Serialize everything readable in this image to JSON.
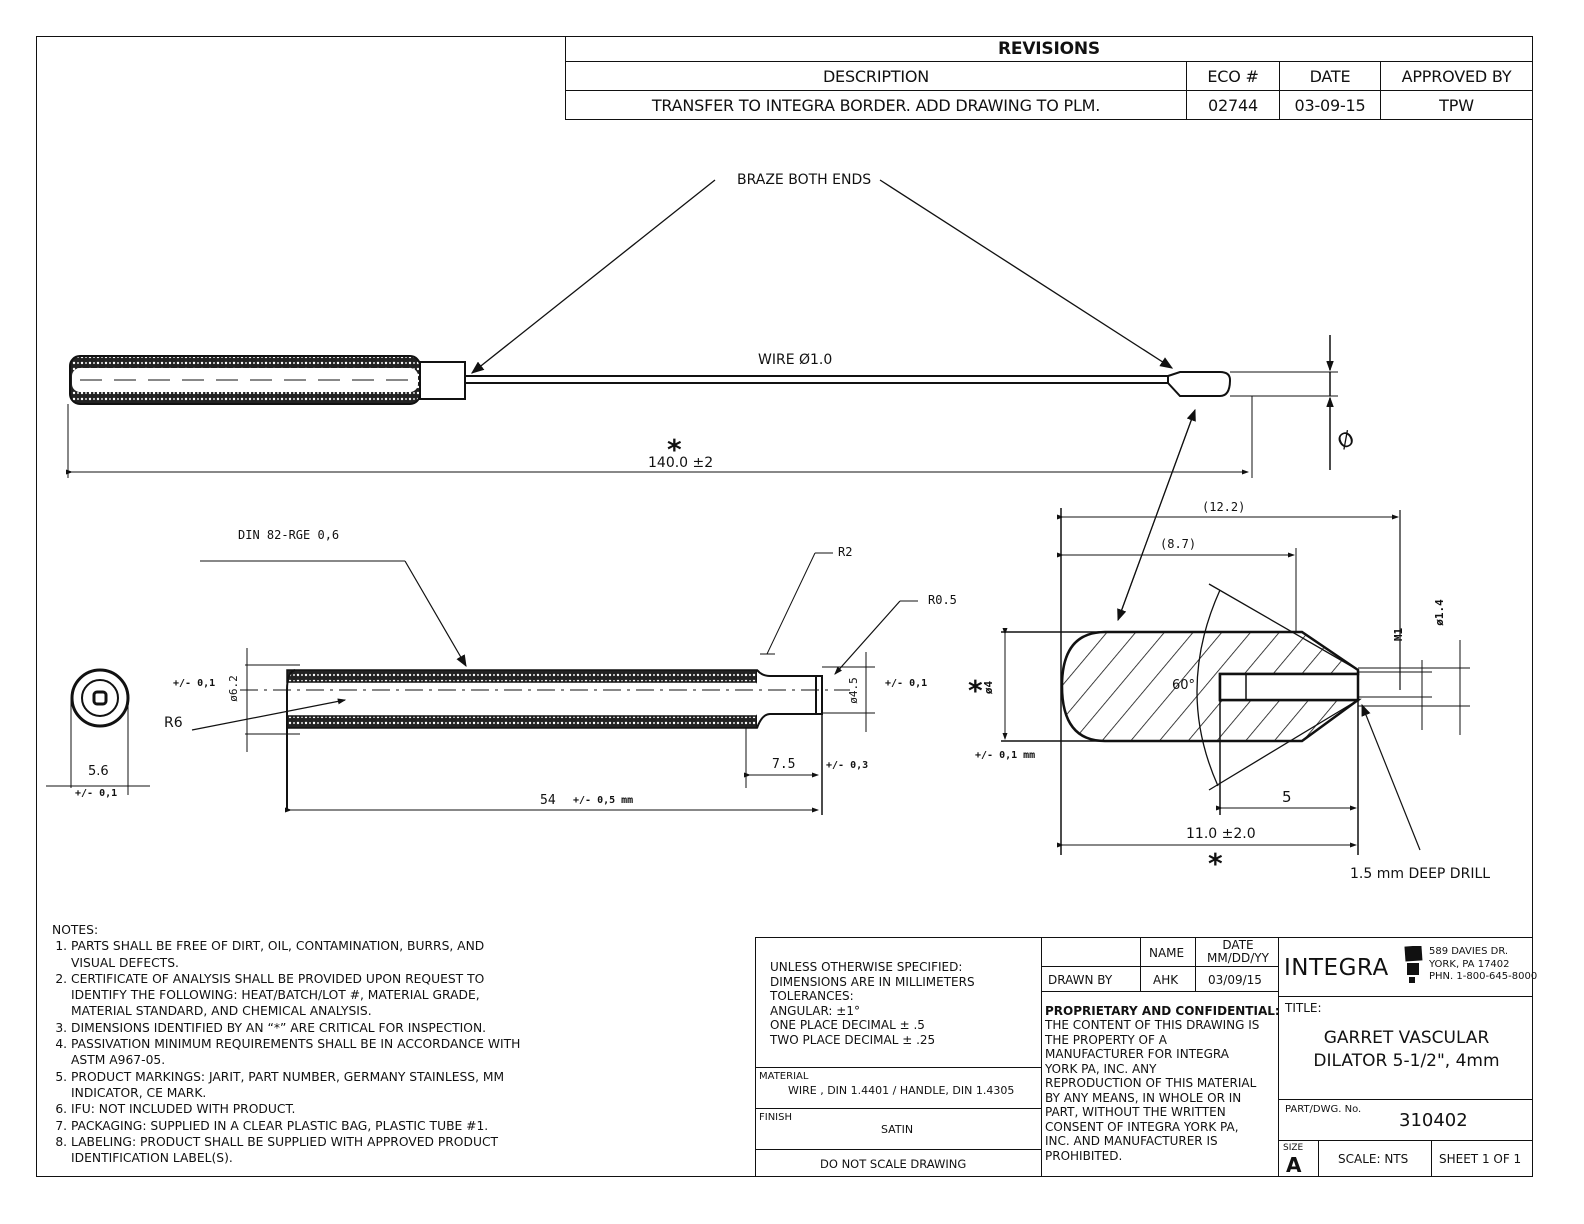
{
  "revisions": {
    "title": "REVISIONS",
    "headers": [
      "DESCRIPTION",
      "ECO #",
      "DATE",
      "APPROVED BY"
    ],
    "rows": [
      {
        "description": "TRANSFER TO INTEGRA BORDER. ADD DRAWING TO PLM.",
        "eco": "02744",
        "date": "03-09-15",
        "approved_by": "TPW"
      }
    ]
  },
  "drawing": {
    "callout_braze": "BRAZE BOTH ENDS",
    "wire_label": "WIRE Ø1.0",
    "overall_length": "140.0 ±2",
    "critical_mark": "*",
    "diameter_symbol": "Ø",
    "knurl_spec": "DIN 82-RGE 0,6",
    "radius_r2": "R2",
    "radius_r05": "R0.5",
    "radius_r6": "R6",
    "end_view_width": "5.6",
    "end_view_tol": "+/- 0,1",
    "handle_dia": "ø6.2",
    "handle_dia_tol": "+/- 0,1",
    "neck_dia": "ø4.5",
    "neck_dia_tol": "+/- 0,1",
    "neck_length": "7.5",
    "neck_length_tol": "+/- 0,3",
    "handle_length": "54",
    "handle_length_tol": "+/- 0,5 mm",
    "tip_dia": "ø4",
    "tip_dia_tol": "+/- 0,1 mm",
    "tip_len_12": "(12.2)",
    "tip_len_87": "(8.7)",
    "tip_angle": "60°",
    "thread": "M1",
    "bore_dia": "ø1.4",
    "drill_depth": "5",
    "tip_length": "11.0 ±2.0",
    "drill_note": "1.5 mm DEEP DRILL"
  },
  "notes": {
    "heading": "NOTES:",
    "items": [
      "PARTS SHALL BE FREE OF DIRT, OIL, CONTAMINATION, BURRS, AND VISUAL DEFECTS.",
      "CERTIFICATE OF ANALYSIS SHALL BE PROVIDED UPON REQUEST TO IDENTIFY THE FOLLOWING: HEAT/BATCH/LOT #, MATERIAL GRADE, MATERIAL STANDARD, AND CHEMICAL ANALYSIS.",
      "DIMENSIONS IDENTIFIED BY AN “*” ARE CRITICAL FOR INSPECTION.",
      "PASSIVATION MINIMUM REQUIREMENTS SHALL BE IN ACCORDANCE WITH ASTM A967-05.",
      "PRODUCT MARKINGS: JARIT, PART NUMBER, GERMANY STAINLESS, MM INDICATOR, CE MARK.",
      "IFU: NOT INCLUDED WITH PRODUCT.",
      "PACKAGING: SUPPLIED IN A CLEAR PLASTIC BAG, PLASTIC TUBE #1.",
      "LABELING: PRODUCT SHALL BE SUPPLIED WITH APPROVED PRODUCT IDENTIFICATION LABEL(S)."
    ]
  },
  "title_block": {
    "tolerances": [
      "UNLESS OTHERWISE SPECIFIED:",
      "DIMENSIONS ARE IN MILLIMETERS",
      "TOLERANCES:",
      "ANGULAR: ±1°",
      "ONE PLACE DECIMAL ± .5",
      "TWO PLACE DECIMAL ± .25"
    ],
    "material_label": "MATERIAL",
    "material_value": "WIRE , DIN 1.4401 / HANDLE, DIN 1.4305",
    "finish_label": "FINISH",
    "finish_value": "SATIN",
    "do_not_scale": "DO NOT SCALE DRAWING",
    "name_header": "NAME",
    "date_header": "DATE MM/DD/YY",
    "drawn_by_label": "DRAWN BY",
    "drawn_by_name": "AHK",
    "drawn_by_date": "03/09/15",
    "proprietary_heading": "PROPRIETARY AND CONFIDENTIAL:",
    "proprietary_lines": [
      "THE CONTENT OF THIS DRAWING IS",
      "THE PROPERTY OF A",
      "MANUFACTURER FOR INTEGRA",
      "YORK PA, INC. ANY",
      "REPRODUCTION OF THIS MATERIAL",
      "BY ANY MEANS, IN WHOLE OR IN",
      "PART, WITHOUT THE WRITTEN",
      "CONSENT OF INTEGRA YORK PA,",
      "INC. AND MANUFACTURER IS",
      "PROHIBITED."
    ],
    "company": "INTEGRA",
    "address": [
      "589 DAVIES DR.",
      "YORK, PA 17402",
      "PHN. 1-800-645-8000"
    ],
    "title_label": "TITLE:",
    "title_lines": [
      "GARRET VASCULAR",
      "DILATOR 5-1/2\",  4mm"
    ],
    "part_label": "PART/DWG. No.",
    "part_number": "310402",
    "size_label": "SIZE",
    "size_value": "A",
    "scale": "SCALE: NTS",
    "sheet": "SHEET 1 OF 1"
  }
}
